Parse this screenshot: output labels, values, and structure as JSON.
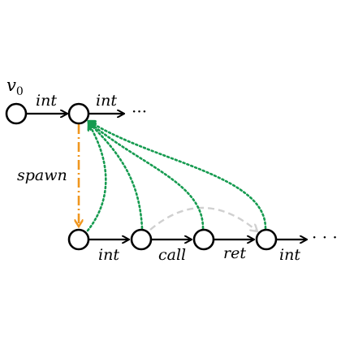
{
  "diagram": {
    "start_node": {
      "base": "v",
      "subscript": "0"
    },
    "top_row": {
      "edge_1_label": "int",
      "edge_2_label": "int",
      "continuation": "···"
    },
    "spawn_label": "spawn",
    "bottom_row": {
      "edge_1_label": "int",
      "edge_2_label": "call",
      "edge_3_label": "ret",
      "edge_4_label": "int",
      "continuation": "· · ·"
    }
  },
  "colors": {
    "edge": "#000000",
    "spawn_edge": "#f0961e",
    "return_edge": "#169b50",
    "call_ret_edge": "#d0d0d0"
  },
  "icons": {
    "arrowhead": "arrowhead-icon"
  }
}
